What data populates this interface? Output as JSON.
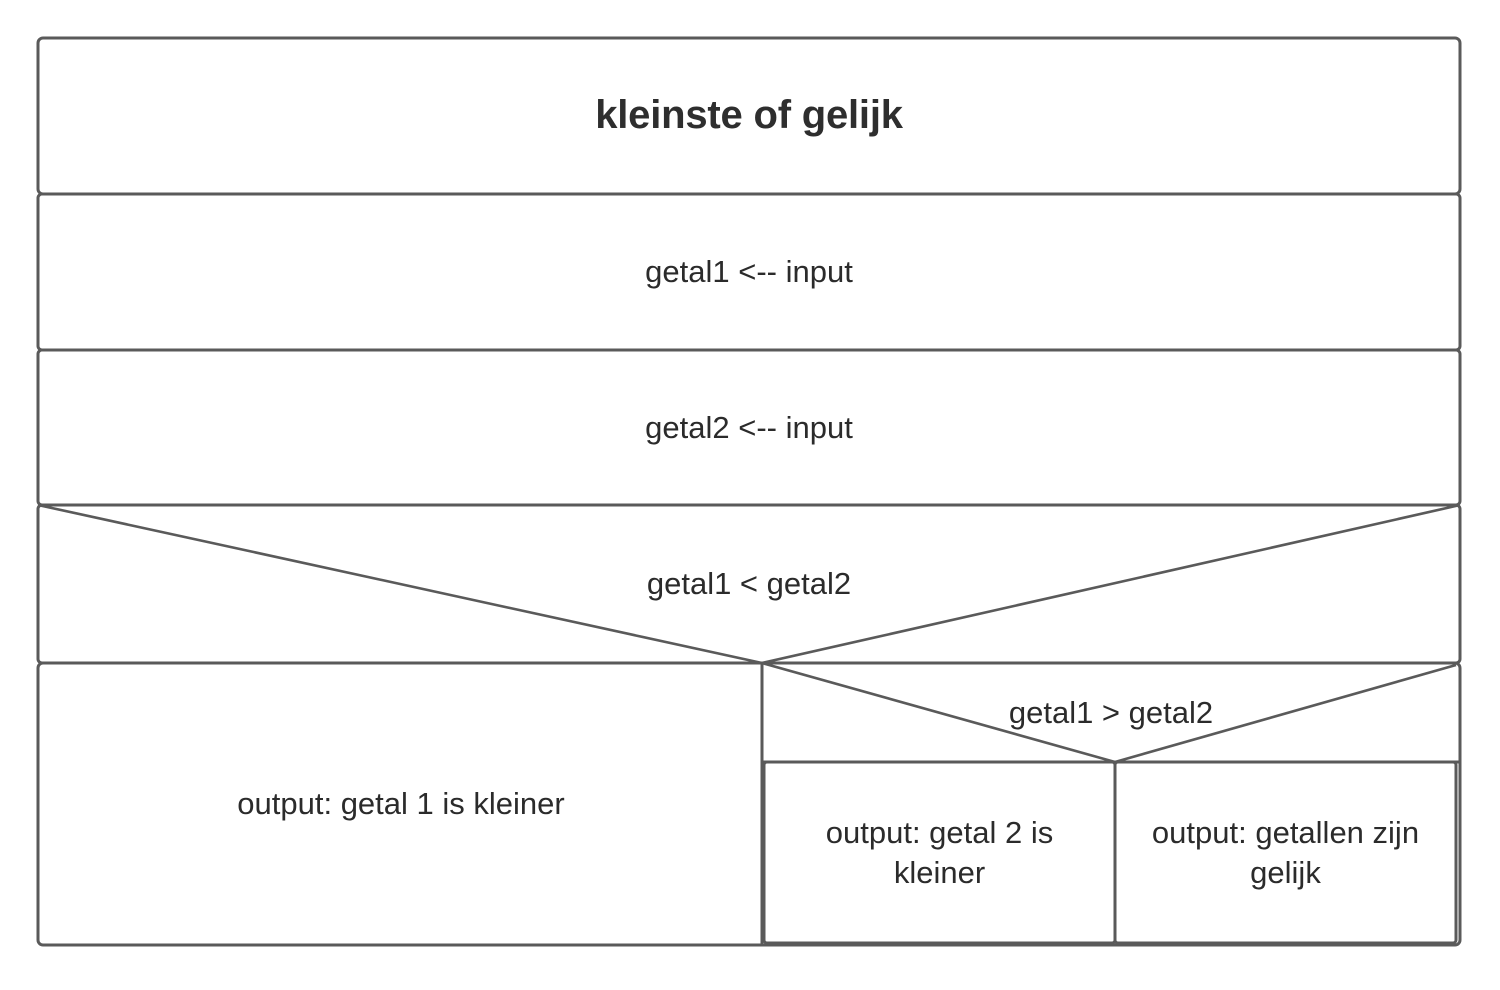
{
  "diagram": {
    "kind": "nassi-shneiderman-structogram",
    "title": "kleinste of gelijk",
    "language": "nl",
    "line_color": "#5a5a5a",
    "text_color": "#2b2b2b",
    "background": "#ffffff"
  },
  "blocks": {
    "title": "kleinste of gelijk",
    "statement_1": "getal1 <-- input",
    "statement_2": "getal2 <-- input",
    "condition_outer": "getal1 < getal2",
    "condition_inner": "getal1 > getal2",
    "output_true": "output: getal 1 is kleiner",
    "output_inner_true": "output: getal 2 is kleiner",
    "output_inner_false": "output: getallen zijn gelijk"
  },
  "chart_data": {
    "type": "table",
    "title": "kleinste of gelijk",
    "rows": [
      {
        "level": 0,
        "kind": "title",
        "text": "kleinste of gelijk"
      },
      {
        "level": 0,
        "kind": "statement",
        "text": "getal1 <-- input"
      },
      {
        "level": 0,
        "kind": "statement",
        "text": "getal2 <-- input"
      },
      {
        "level": 0,
        "kind": "condition",
        "text": "getal1 < getal2"
      },
      {
        "level": 1,
        "kind": "branch-true",
        "text": "output: getal 1 is kleiner"
      },
      {
        "level": 1,
        "kind": "condition",
        "text": "getal1 > getal2"
      },
      {
        "level": 2,
        "kind": "branch-true",
        "text": "output: getal 2 is kleiner"
      },
      {
        "level": 2,
        "kind": "branch-false",
        "text": "output: getallen zijn gelijk"
      }
    ]
  }
}
